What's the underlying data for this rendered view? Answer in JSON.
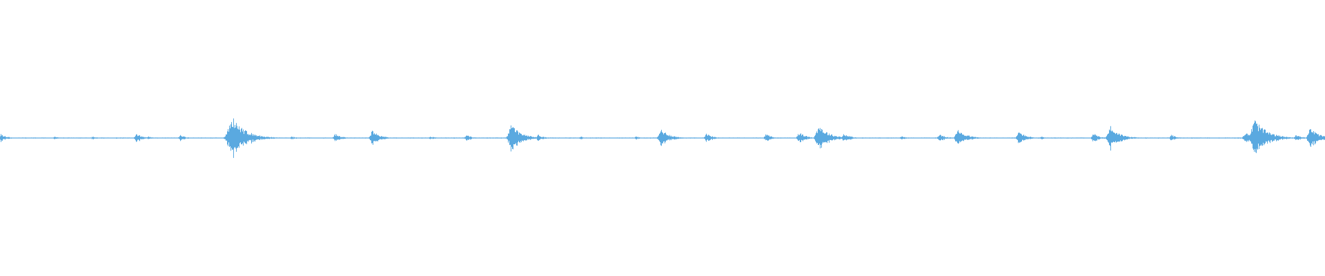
{
  "waveform": {
    "color": "#5aa9e0",
    "background": "#ffffff",
    "duration_fraction_peaks": [
      {
        "pos": 0.0005,
        "amp": 0.03
      },
      {
        "pos": 0.041,
        "amp": 0.01
      },
      {
        "pos": 0.07,
        "amp": 0.012
      },
      {
        "pos": 0.103,
        "amp": 0.035
      },
      {
        "pos": 0.112,
        "amp": 0.012
      },
      {
        "pos": 0.136,
        "amp": 0.022
      },
      {
        "pos": 0.175,
        "amp": 0.16
      },
      {
        "pos": 0.185,
        "amp": 0.02
      },
      {
        "pos": 0.22,
        "amp": 0.012
      },
      {
        "pos": 0.253,
        "amp": 0.032
      },
      {
        "pos": 0.281,
        "amp": 0.055
      },
      {
        "pos": 0.325,
        "amp": 0.012
      },
      {
        "pos": 0.352,
        "amp": 0.025
      },
      {
        "pos": 0.386,
        "amp": 0.1
      },
      {
        "pos": 0.406,
        "amp": 0.025
      },
      {
        "pos": 0.438,
        "amp": 0.012
      },
      {
        "pos": 0.48,
        "amp": 0.012
      },
      {
        "pos": 0.499,
        "amp": 0.07
      },
      {
        "pos": 0.533,
        "amp": 0.035
      },
      {
        "pos": 0.578,
        "amp": 0.03
      },
      {
        "pos": 0.603,
        "amp": 0.045
      },
      {
        "pos": 0.618,
        "amp": 0.1
      },
      {
        "pos": 0.637,
        "amp": 0.035
      },
      {
        "pos": 0.68,
        "amp": 0.015
      },
      {
        "pos": 0.709,
        "amp": 0.03
      },
      {
        "pos": 0.723,
        "amp": 0.07
      },
      {
        "pos": 0.769,
        "amp": 0.05
      },
      {
        "pos": 0.786,
        "amp": 0.012
      },
      {
        "pos": 0.825,
        "amp": 0.035
      },
      {
        "pos": 0.838,
        "amp": 0.09
      },
      {
        "pos": 0.884,
        "amp": 0.025
      },
      {
        "pos": 0.94,
        "amp": 0.05
      },
      {
        "pos": 0.947,
        "amp": 0.14
      },
      {
        "pos": 0.978,
        "amp": 0.025
      },
      {
        "pos": 0.989,
        "amp": 0.075
      }
    ]
  }
}
